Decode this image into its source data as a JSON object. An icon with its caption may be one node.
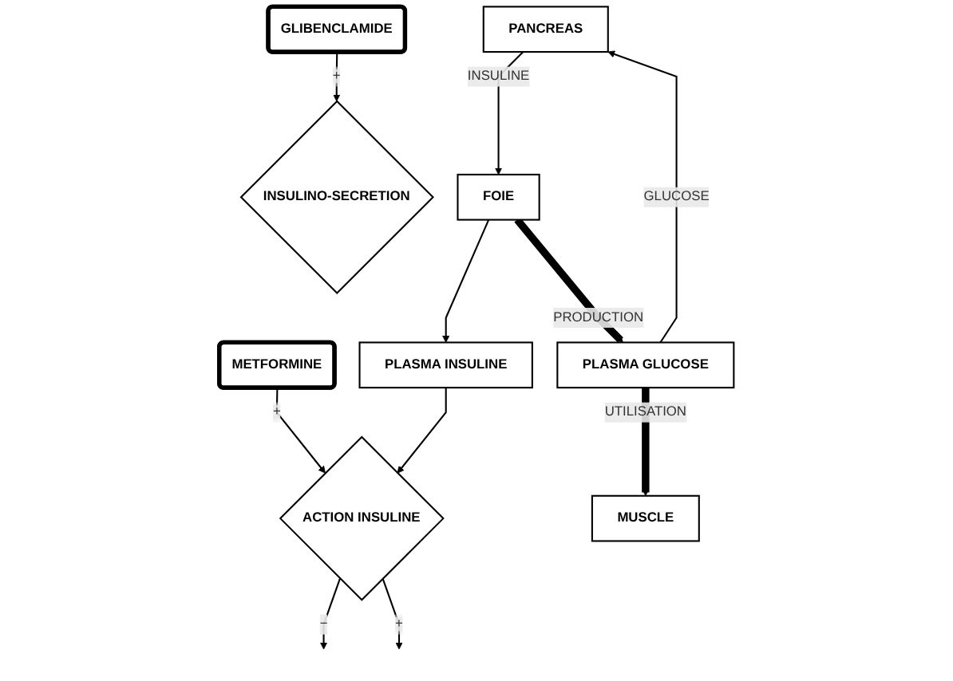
{
  "diagram": {
    "nodes": [
      {
        "text": [
          "INSULINO-SECRETION"
        ]
      },
      {
        "text": [
          "GLIBENCLAMIDE"
        ]
      },
      {
        "text": [
          "PANCREAS"
        ]
      },
      {
        "text": [
          "FOIE"
        ]
      },
      {
        "text": [
          "PLASMA INSULINE"
        ]
      },
      {
        "text": [
          "METFORMINE"
        ]
      },
      {
        "text": [
          "PLASMA GLUCOSE"
        ]
      },
      {
        "text": [
          "ACTION INSULINE"
        ]
      },
      {
        "text": [
          "MUSCLE"
        ]
      }
    ],
    "edges": [
      {
        "from": 1,
        "to": 0,
        "arrow": "to",
        "label": "+"
      },
      {
        "from": 2,
        "to": 3,
        "arrow": "to",
        "label": "INSULINE"
      },
      {
        "from": 3,
        "to": 4,
        "arrow": "to"
      },
      {
        "from": 3,
        "to": 6,
        "arrow": "to",
        "label": "PRODUCTION",
        "style": "thick"
      },
      {
        "from": 6,
        "to": 2,
        "arrow": "to",
        "label": "GLUCOSE"
      },
      {
        "from": 5,
        "to": 7,
        "arrow": "to",
        "label": "+"
      },
      {
        "from": 4,
        "to": 7,
        "arrow": "to"
      },
      {
        "from": 7,
        "to": null,
        "arrow": "to",
        "label": "−"
      },
      {
        "from": 7,
        "to": null,
        "arrow": "to",
        "label": "+"
      },
      {
        "from": 6,
        "to": 8,
        "arrow": "to",
        "label": "UTILISATION",
        "style": "thick"
      }
    ]
  }
}
